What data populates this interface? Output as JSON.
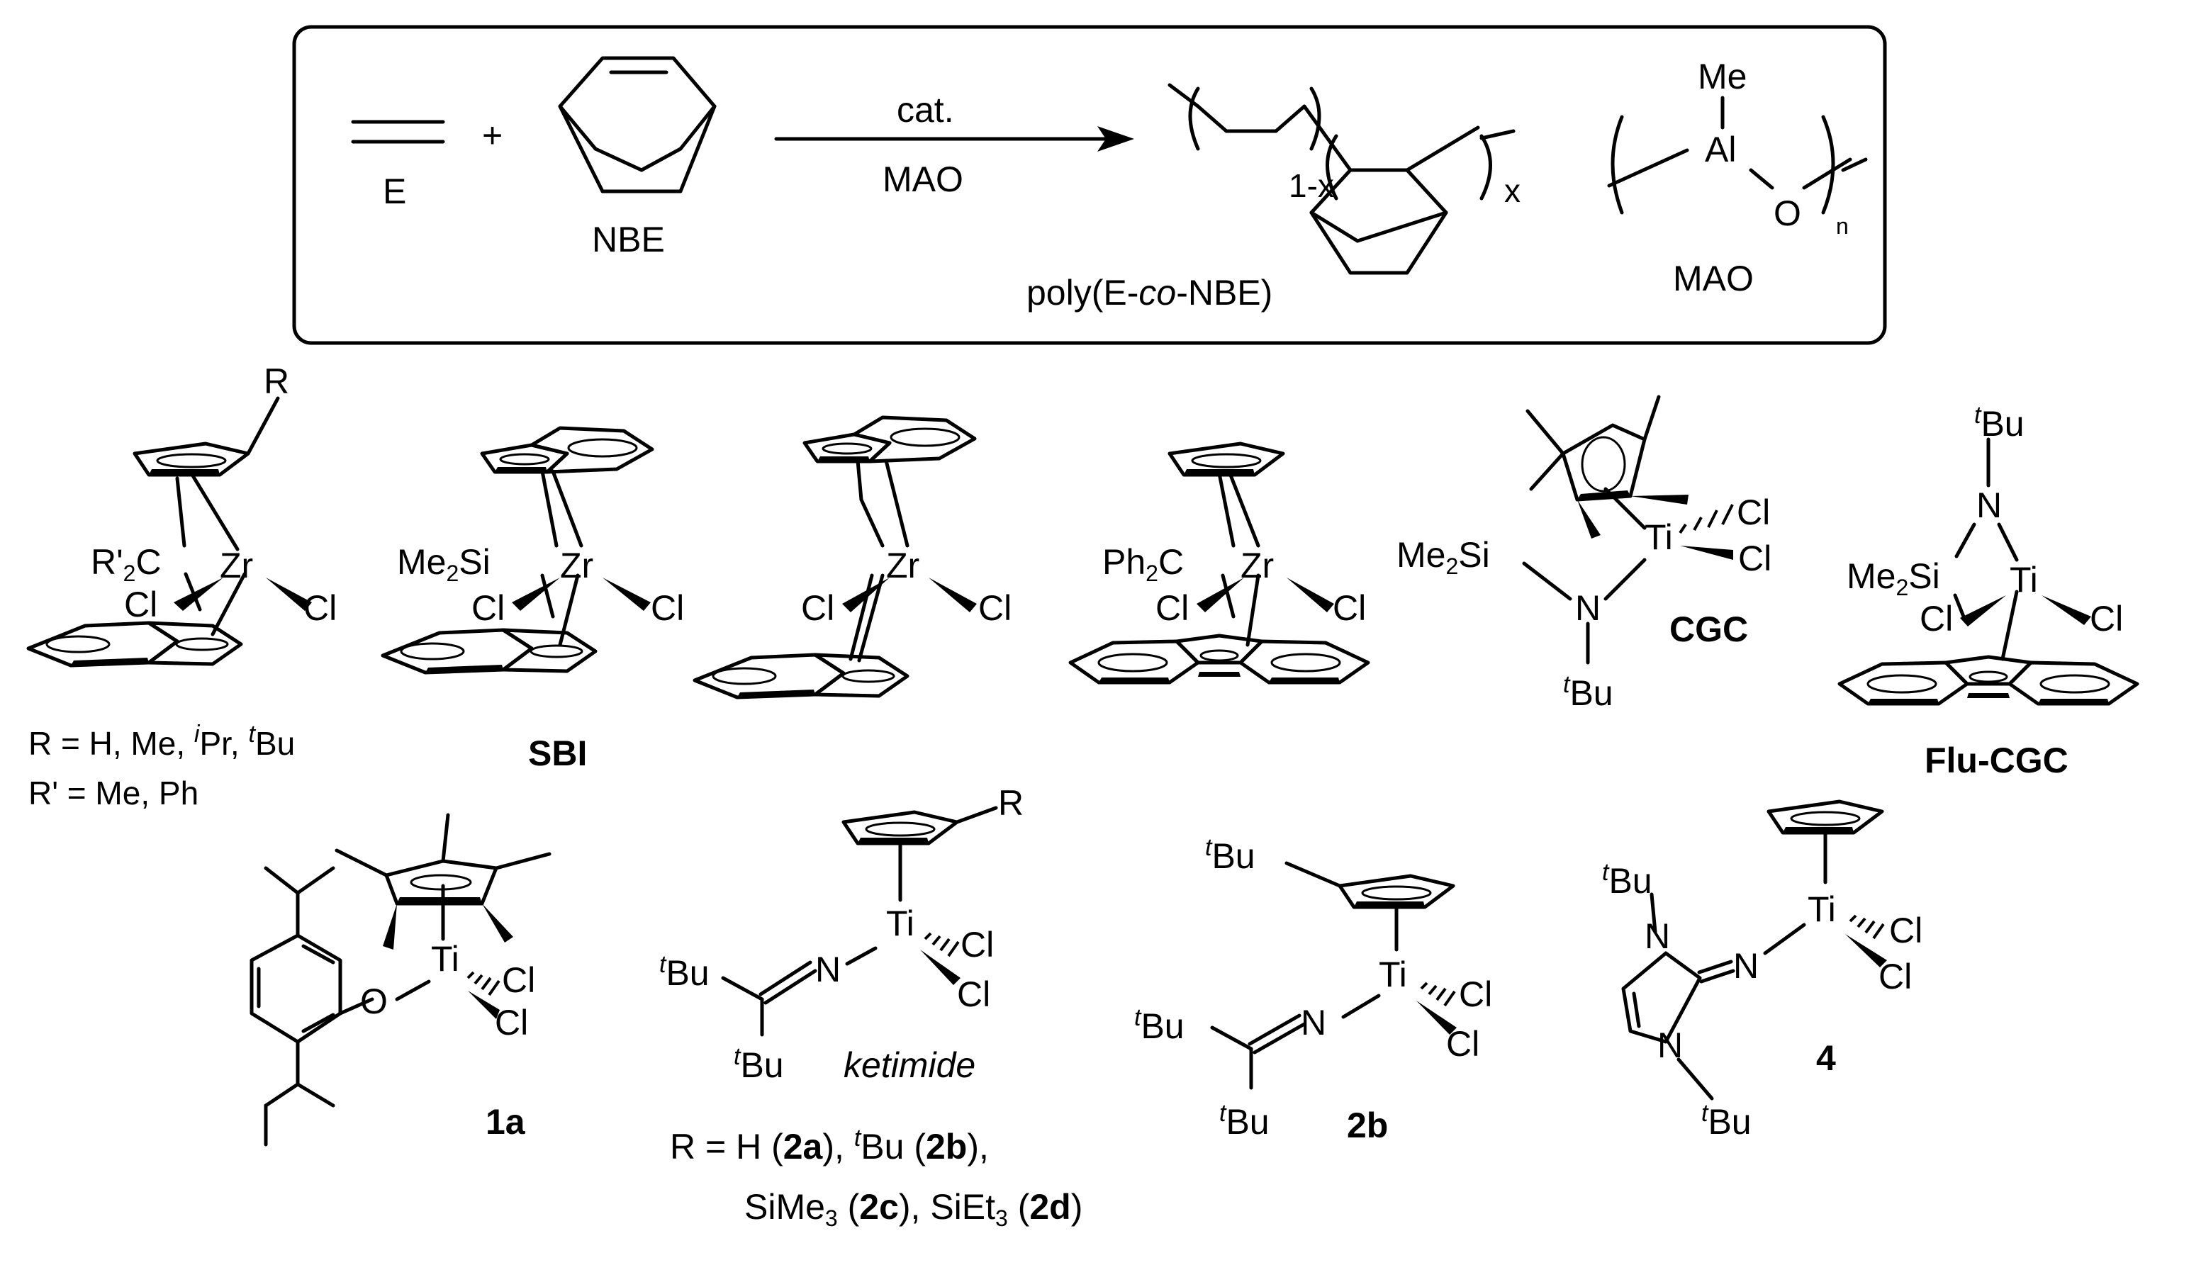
{
  "reaction": {
    "monomer_e": "E",
    "monomer_nbe": "NBE",
    "plus": "+",
    "catalyst": "cat.",
    "cocatalyst": "MAO",
    "product_prefix": "poly(E-",
    "product_co": "co",
    "product_suffix": "-NBE)",
    "sub_1mx": "1-x",
    "sub_x": "x",
    "mao_me": "Me",
    "mao_al": "Al",
    "mao_o": "O",
    "mao_n": "n",
    "mao_label": "MAO"
  },
  "atoms": {
    "zr": "Zr",
    "ti": "Ti",
    "cl": "Cl",
    "n": "N",
    "o": "O",
    "r": "R",
    "me2si": "Me",
    "si": "Si",
    "two": "2",
    "r2c_r": "R'",
    "r2c_c": "C",
    "ph2c_ph": "Ph",
    "bu": "Bu",
    "t_sup": "t"
  },
  "labels": {
    "c1_r_line_1": "R = H, Me, ",
    "c1_r_i": "i",
    "c1_r_pr": "Pr, ",
    "c1_r_t": "t",
    "c1_r_bu": "Bu",
    "c1_r_line_2": "R' = Me, Ph",
    "sbi": "SBI",
    "cgc": "CGC",
    "flu_cgc": "Flu-CGC",
    "c_1a": "1a",
    "ketimide": "ketimide",
    "c_2b": "2b",
    "c_4": "4",
    "r_def_1a": "R = H (",
    "r_def_2a": "2a",
    "r_def_1b": "), ",
    "r_def_t": "t",
    "r_def_bu": "Bu (",
    "r_def_2b": "2b",
    "r_def_1c": "),",
    "r_def_sime": "SiMe",
    "r_def_3": "3",
    "r_def_2c_open": " (",
    "r_def_2c": "2c",
    "r_def_siet": "), SiEt",
    "r_def_3b": "3",
    "r_def_2d_open": " (",
    "r_def_2d": "2d",
    "r_def_close": ")"
  }
}
